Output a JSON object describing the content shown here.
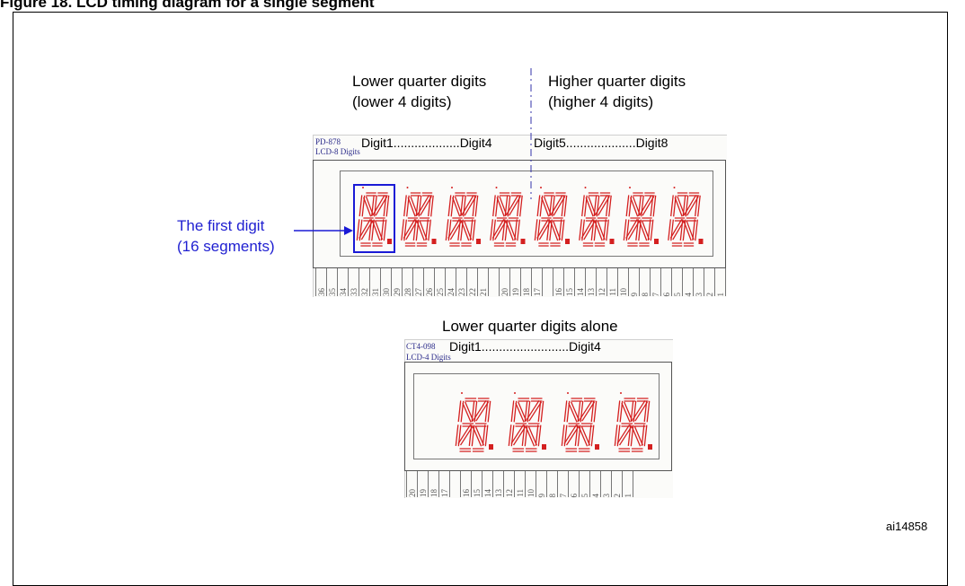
{
  "caption": "Figure 18. LCD timing diagram for a single segment",
  "labels": {
    "lower_quarter": [
      "Lower quarter digits",
      "(lower 4 digits)"
    ],
    "higher_quarter": [
      "Higher quarter digits",
      "(higher 4 digits)"
    ],
    "first_digit": [
      "The first digit",
      "(16 segments)"
    ],
    "lower_alone": "Lower quarter digits alone",
    "ref": "ai14858"
  },
  "lcd8": {
    "model": "PD-878",
    "subtitle": "LCD-8 Digits",
    "range_left": "Digit1...................Digit4",
    "range_right": "Digit5....................Digit8",
    "pins": [
      "36",
      "35",
      "34",
      "33",
      "32",
      "31",
      "30",
      "29",
      "28",
      "27",
      "26",
      "25",
      "24",
      "23",
      "22",
      "21",
      "",
      "20",
      "19",
      "18",
      "17",
      "",
      "16",
      "15",
      "14",
      "13",
      "12",
      "11",
      "10",
      "9",
      "8",
      "7",
      "6",
      "5",
      "4",
      "3",
      "2",
      "1"
    ]
  },
  "lcd4": {
    "model": "CT4-098",
    "subtitle": "LCD-4 Digits",
    "range": "Digit1.........................Digit4",
    "pins": [
      "20",
      "19",
      "18",
      "17",
      "",
      "16",
      "15",
      "14",
      "13",
      "12",
      "11",
      "10",
      "9",
      "8",
      "7",
      "6",
      "5",
      "4",
      "3",
      "2",
      "1"
    ]
  },
  "colors": {
    "segment": "#d42020",
    "highlight": "#1a1ad6",
    "annotation": "#1f1fd1"
  }
}
